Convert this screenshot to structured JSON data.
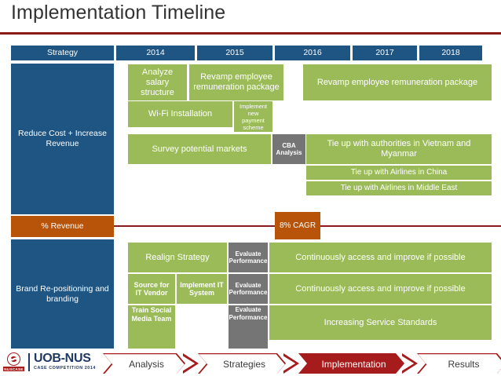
{
  "slide": {
    "title": "Implementation Timeline",
    "accent_red": "#8B1A1A",
    "blue": "#1F5582",
    "green": "#9BBB59",
    "grey": "#757575",
    "orange": "#B8530A"
  },
  "header": {
    "columns": [
      "Strategy",
      "2014",
      "2015",
      "2016",
      "2017",
      "2018"
    ]
  },
  "rows": {
    "reduce_cost": {
      "label": "Reduce Cost + Increase Revenue",
      "tasks": [
        "Analyze salary structure",
        "Revamp employee remuneration package",
        "Revamp employee remuneration package",
        "Wi-Fi Installation",
        "Implement new payment scheme",
        "Survey potential markets",
        "CBA Analysis",
        "Tie up with authorities in Vietnam and Myanmar",
        "Tie up with Airlines in China",
        "Tie up with Airlines in Middle East"
      ]
    },
    "revenue": {
      "label": "% Revenue",
      "marker": "8% CAGR"
    },
    "brand": {
      "label": "Brand Re-positioning and branding",
      "tasks": [
        "Realign Strategy",
        "Evaluate Performance",
        "Continuously access and improve if possible",
        "Source for IT Vendor",
        "Implement IT System",
        "Evaluate Performance",
        "Continuously access and improve if possible",
        "Train Social Media Team",
        "Evaluate Performance",
        "Increasing Service Standards"
      ]
    }
  },
  "footer": {
    "logo": {
      "emblem_label": "NUSCASE",
      "brand": "UOB-NUS",
      "subtitle": "CASE COMPETITION 2014"
    },
    "nav": [
      {
        "label": "Analysis",
        "active": false
      },
      {
        "label": "Strategies",
        "active": false
      },
      {
        "label": "Implementation",
        "active": true
      },
      {
        "label": "Results",
        "active": false
      }
    ]
  }
}
